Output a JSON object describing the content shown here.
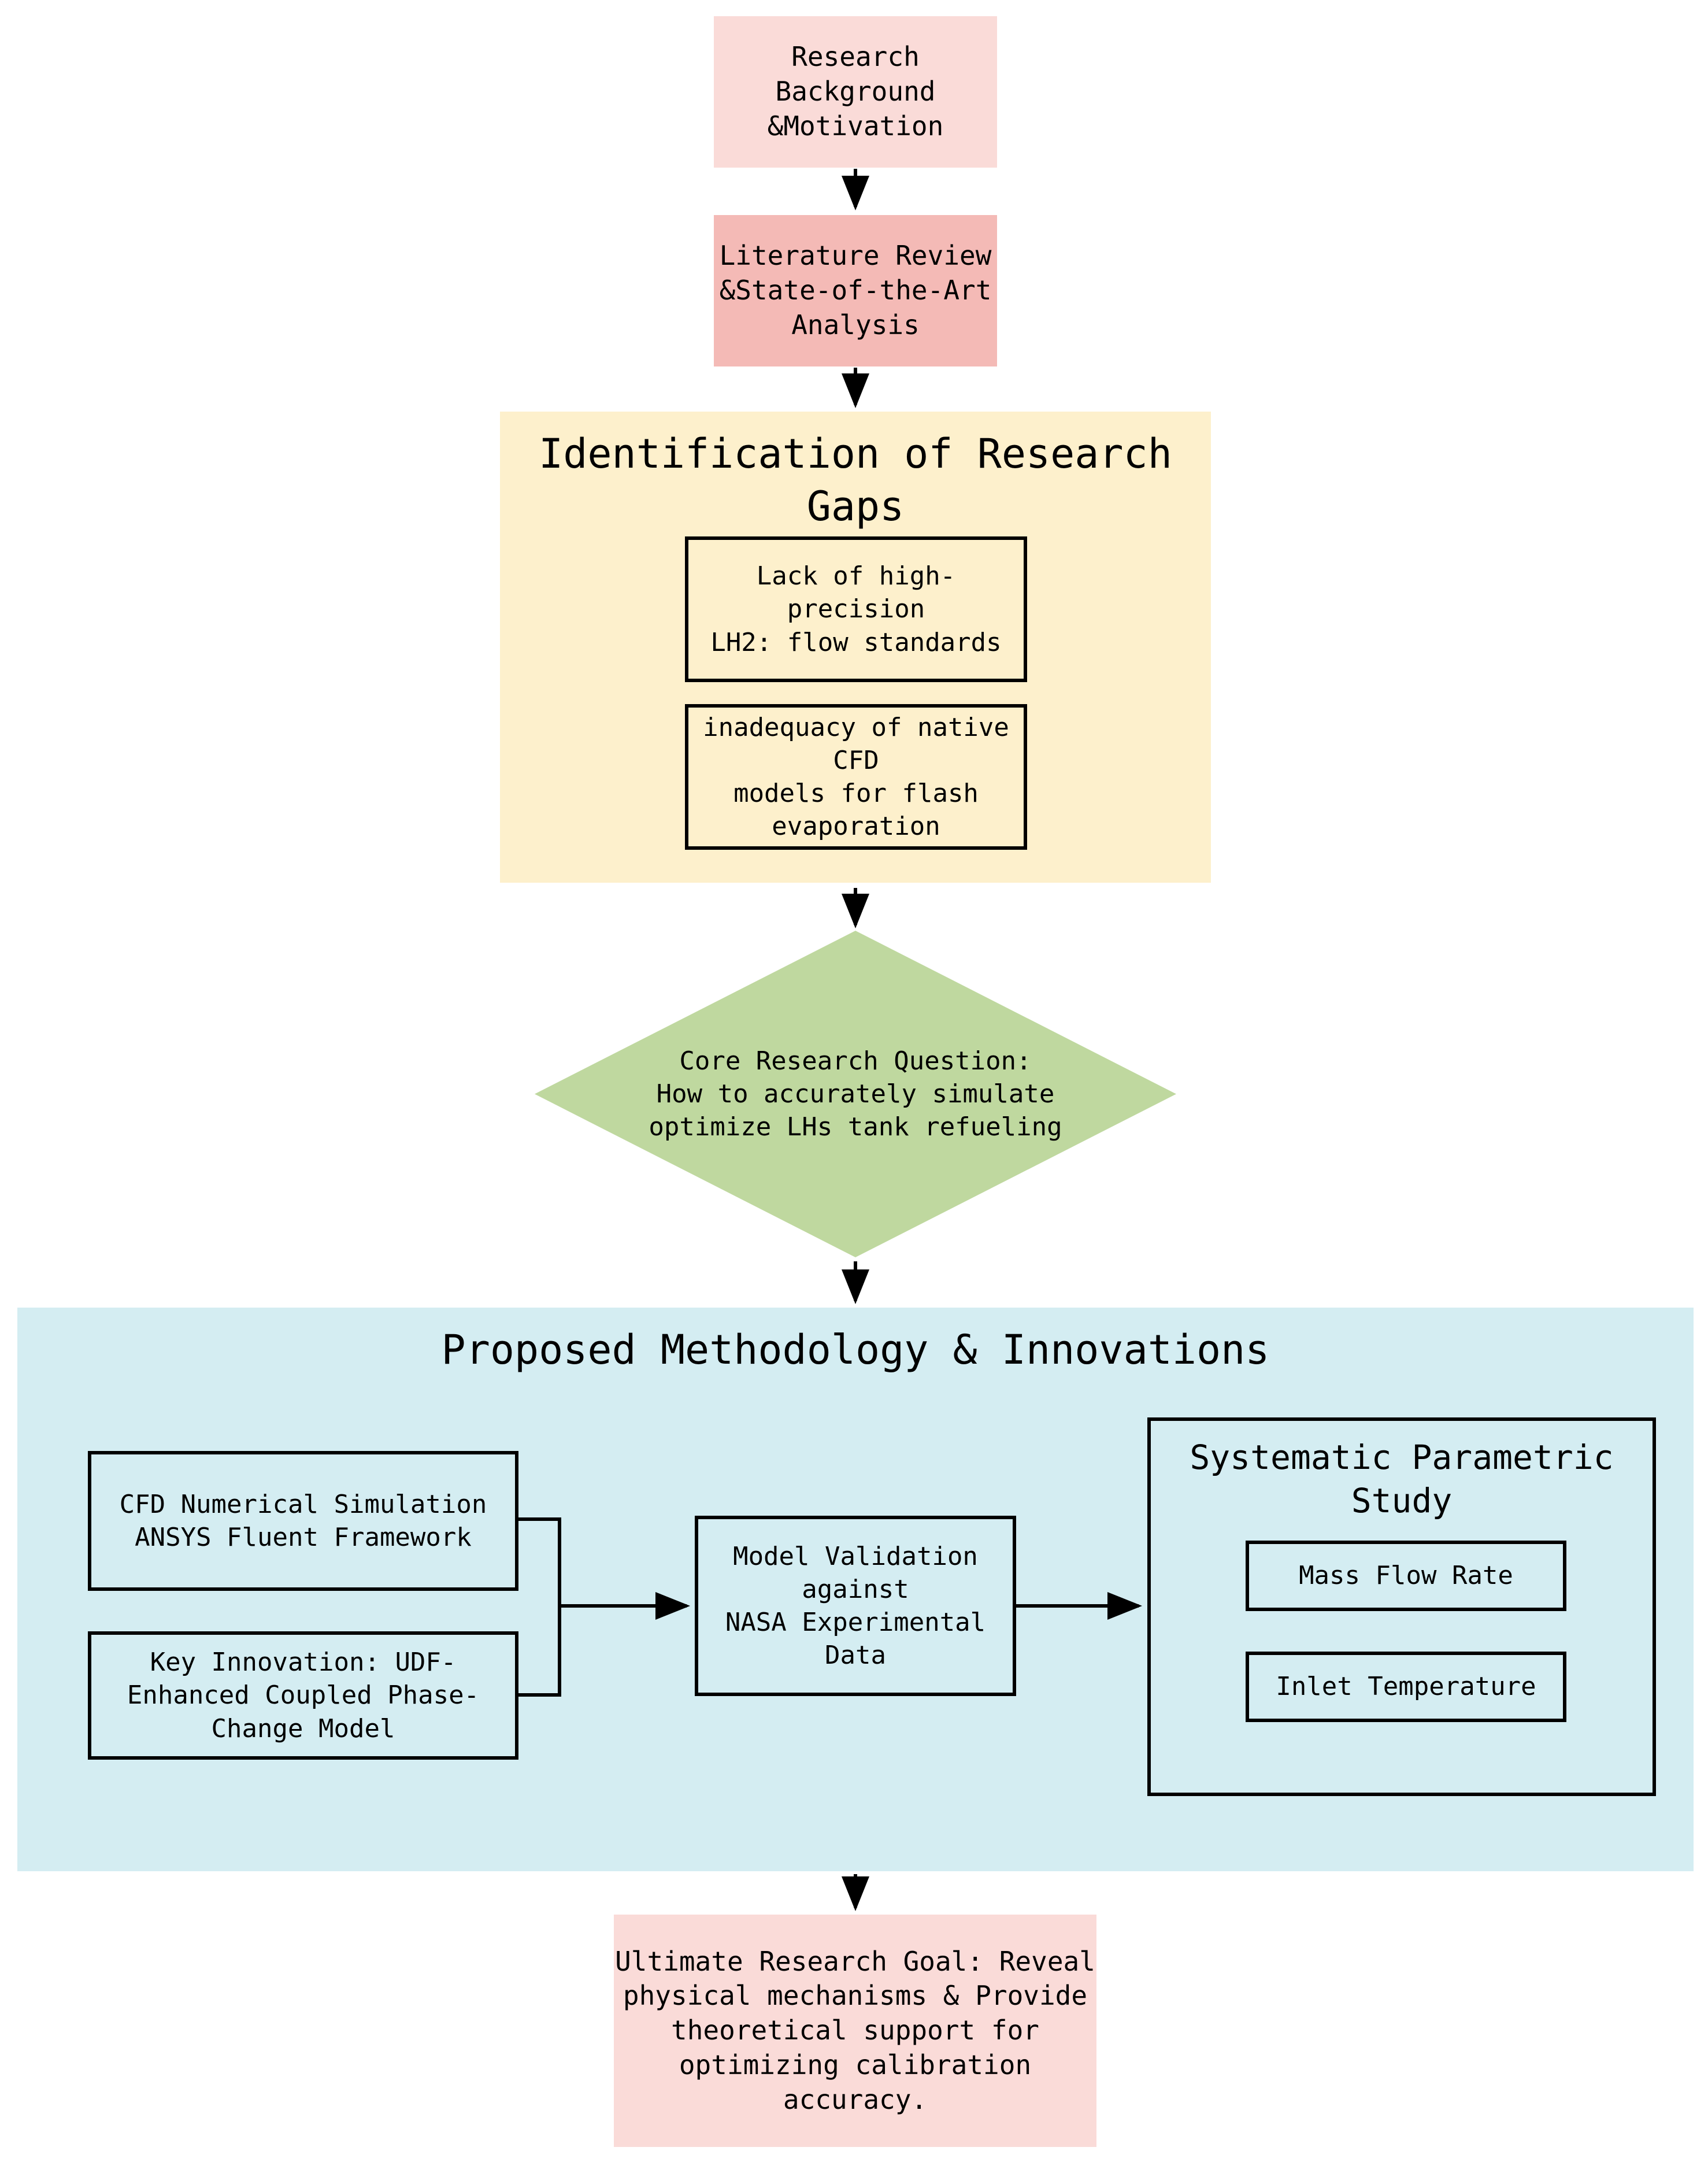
{
  "colors": {
    "pink_light": "#fadbd8",
    "pink_mid": "#f4bab6",
    "yellow": "#fdf0cc",
    "green": "#bfd89f",
    "blue": "#d4edf2",
    "stroke": "#000000"
  },
  "nodes": {
    "background": "Research\nBackground\n&Motivation",
    "literature": "Literature Review\n&State-of-the-Art\nAnalysis",
    "gaps_title": "Identification of Research\nGaps",
    "gap1": "Lack of high-\nprecision\nLH2: flow standards",
    "gap2": "inadequacy of native\nCFD\nmodels for flash\nevaporation",
    "question": "Core Research Question:\nHow to accurately simulate\noptimize LHs tank refueling",
    "methodology_title": "Proposed Methodology & Innovations",
    "cfd": "CFD Numerical Simulation\nANSYS Fluent Framework",
    "innovation": "Key Innovation: UDF-\nEnhanced Coupled Phase-\nChange Model",
    "validation": "Model Validation\nagainst\nNASA Experimental\nData",
    "parametric_title": "Systematic Parametric\nStudy",
    "mass_flow": "Mass Flow Rate",
    "inlet_temp": "Inlet Temperature",
    "goal": "Ultimate Research Goal: Reveal\nphysical mechanisms & Provide\ntheoretical support for\noptimizing calibration\naccuracy."
  }
}
